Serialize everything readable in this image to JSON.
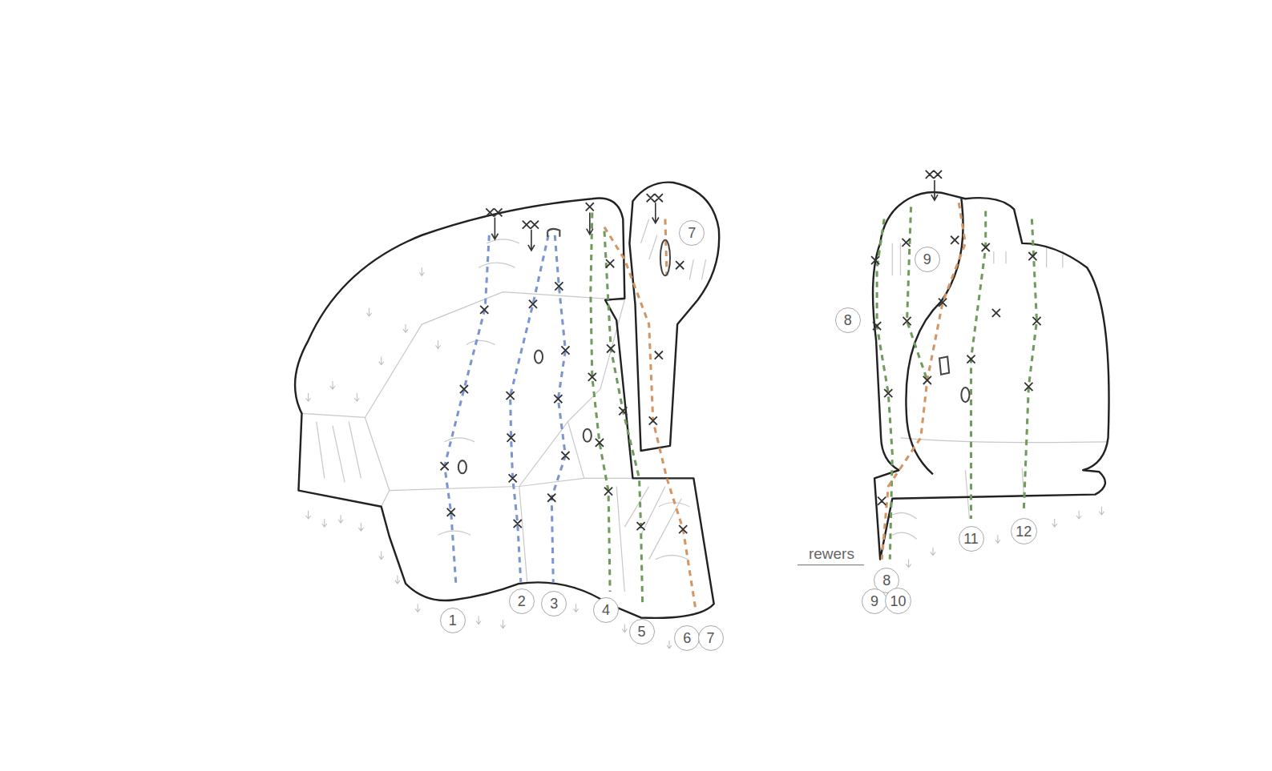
{
  "diagram": {
    "nodes": [
      {
        "text": [
          "7"
        ]
      },
      {
        "text": [
          "9"
        ]
      },
      {
        "text": [
          "8"
        ]
      },
      {
        "text": [
          "1"
        ]
      },
      {
        "text": [
          "2"
        ]
      },
      {
        "text": [
          "3"
        ]
      },
      {
        "text": [
          "4"
        ]
      },
      {
        "text": [
          "5"
        ]
      },
      {
        "text": [
          "6"
        ]
      },
      {
        "text": [
          "7"
        ]
      },
      {
        "text": [
          "11"
        ]
      },
      {
        "text": [
          "12"
        ]
      },
      {
        "text": [
          "8"
        ]
      },
      {
        "text": [
          "9"
        ]
      },
      {
        "text": [
          "10"
        ]
      }
    ],
    "labels": [
      "rewers"
    ]
  }
}
